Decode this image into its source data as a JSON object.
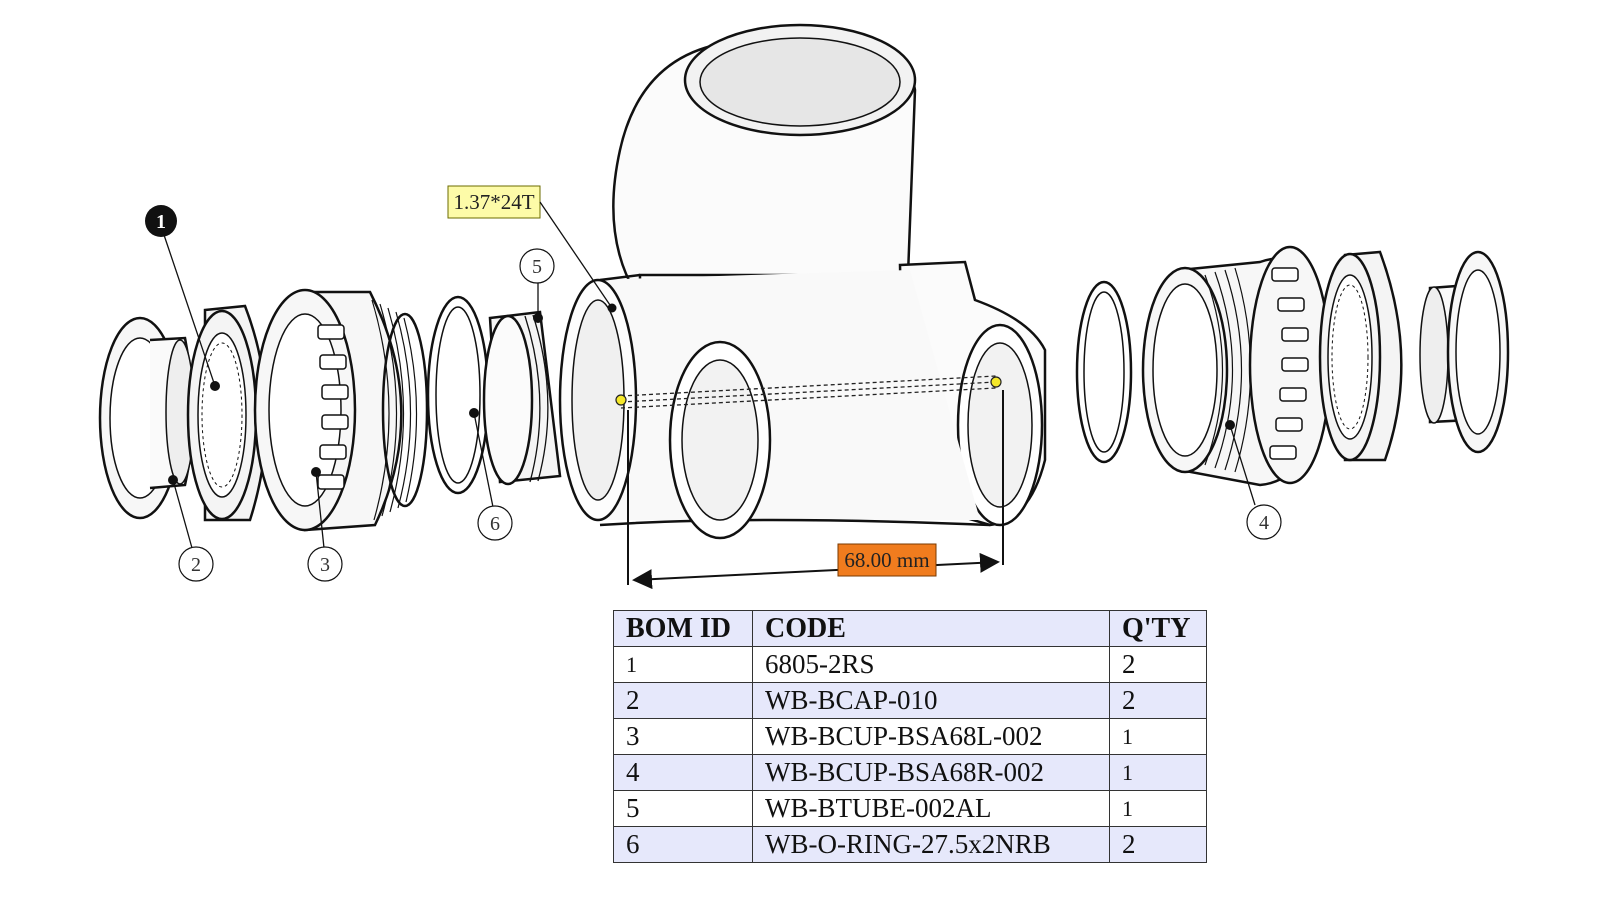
{
  "callouts": [
    {
      "id": "1",
      "style": "filled"
    },
    {
      "id": "2",
      "style": "outline"
    },
    {
      "id": "3",
      "style": "outline"
    },
    {
      "id": "4",
      "style": "outline"
    },
    {
      "id": "5",
      "style": "outline"
    },
    {
      "id": "6",
      "style": "outline"
    }
  ],
  "annotations": {
    "thread_label": "1.37*24T",
    "dimension_label": "68.00 mm"
  },
  "colors": {
    "thread_label_bg": "#fdfba8",
    "dimension_label_bg": "#f07c1e",
    "table_row_shade": "#e6e8fb",
    "measure_point": "#f5e82a"
  },
  "bom": {
    "headers": {
      "id": "BOM ID",
      "code": "CODE",
      "qty": "Q'TY"
    },
    "rows": [
      {
        "id": "1",
        "code": "6805-2RS",
        "qty": "2"
      },
      {
        "id": "2",
        "code": "WB-BCAP-010",
        "qty": "2"
      },
      {
        "id": "3",
        "code": "WB-BCUP-BSA68L-002",
        "qty": "1"
      },
      {
        "id": "4",
        "code": "WB-BCUP-BSA68R-002",
        "qty": "1"
      },
      {
        "id": "5",
        "code": "WB-BTUBE-002AL",
        "qty": "1"
      },
      {
        "id": "6",
        "code": "WB-O-RING-27.5x2NRB",
        "qty": "2"
      }
    ]
  }
}
